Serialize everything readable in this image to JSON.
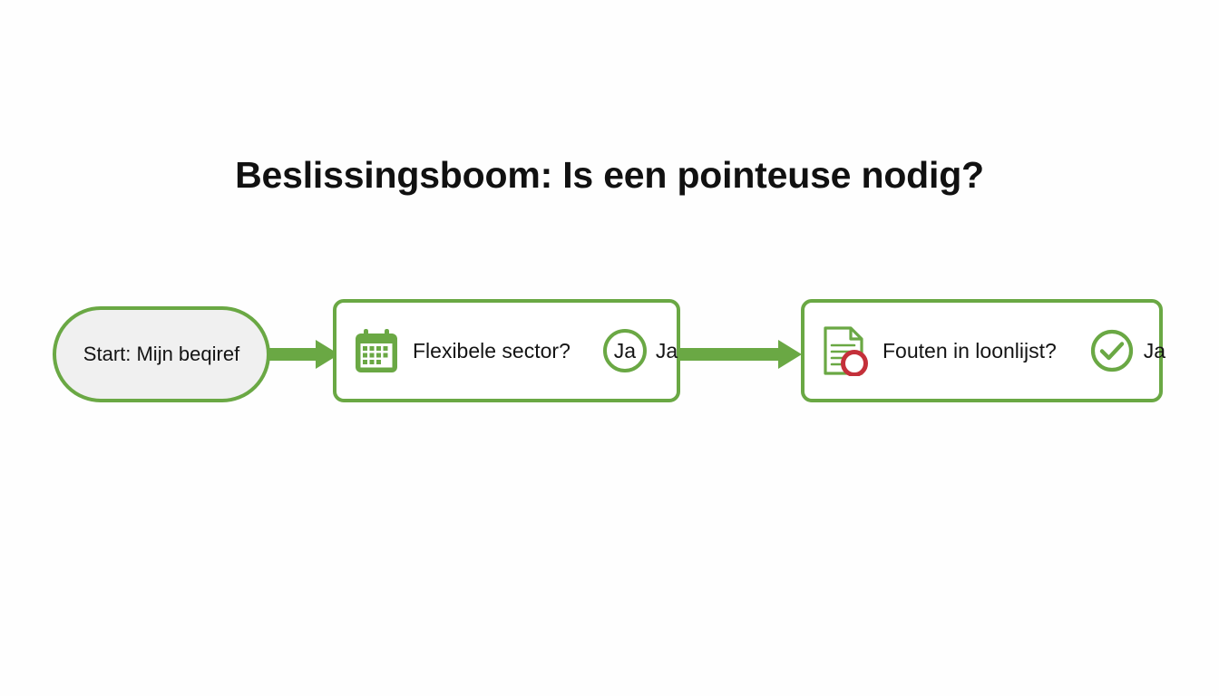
{
  "diagram": {
    "title": "Beslissingsboom: Is een pointeuse nodig?",
    "accent_color": "#6aa844",
    "start_fill_color": "#f0f0f0",
    "error_badge_color": "#c4303a",
    "background_color": "#fefefe",
    "nodes": [
      {
        "id": "start",
        "type": "start-pill",
        "label": "Start: Mijn beqiref"
      },
      {
        "id": "flexibele-sector",
        "type": "decision-box",
        "icon": "calendar-icon",
        "label": "Flexibele sector?",
        "answer_circle": "Ja",
        "answer_label": "Ja"
      },
      {
        "id": "fouten-loonlijst",
        "type": "decision-box",
        "icon": "document-error-icon",
        "label": "Fouten in loonlijst?",
        "answer_icon": "check-circle-icon",
        "answer_label": "Ja"
      }
    ],
    "connectors": [
      {
        "id": "arrow-1",
        "from": "start",
        "to": "flexibele-sector",
        "icon": "arrow-right-icon"
      },
      {
        "id": "arrow-2",
        "from": "flexibele-sector",
        "to": "fouten-loonlijst",
        "icon": "arrow-right-icon"
      }
    ]
  }
}
